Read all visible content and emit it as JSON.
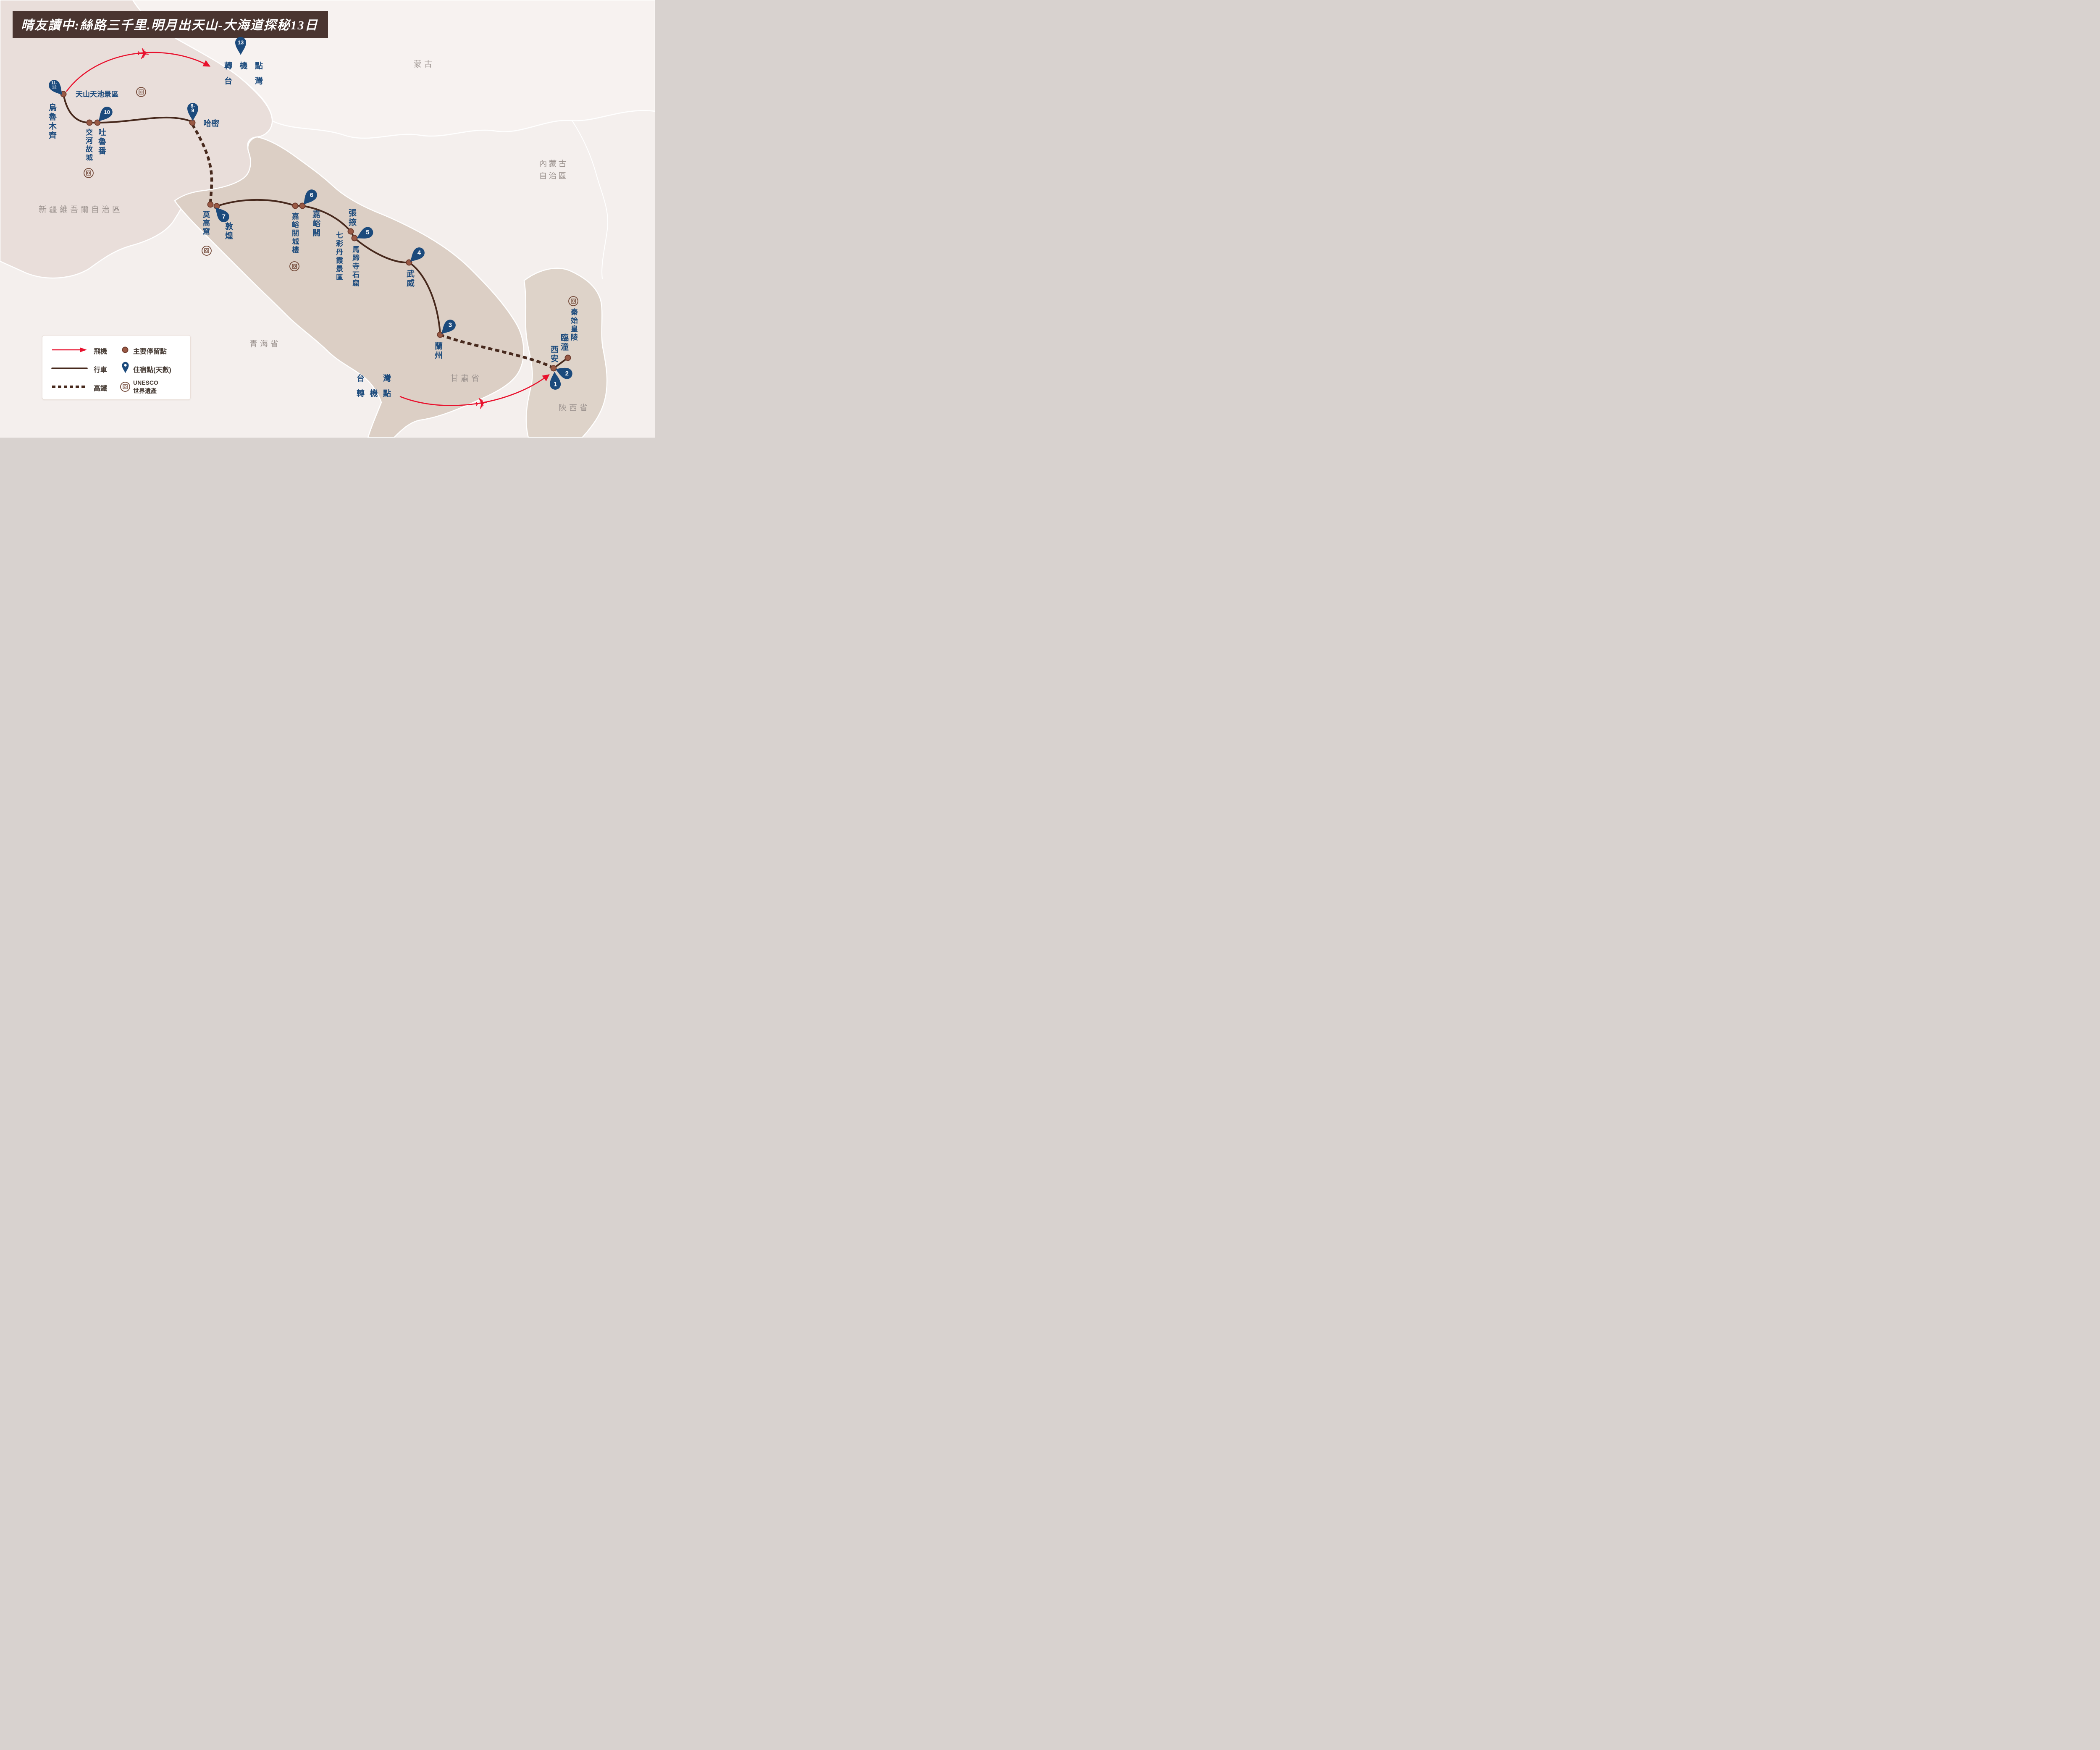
{
  "title": "晴友讀中:絲路三千里.明月出天山-大海道探秘13日",
  "regions": {
    "mongolia": "蒙古",
    "inner_mongolia_1": "內蒙古",
    "inner_mongolia_2": "自治區",
    "xinjiang": "新疆維吾爾自治區",
    "qinghai": "青海省",
    "gansu": "甘肅省",
    "shaanxi": "陝西省"
  },
  "places": {
    "urumqi": "烏魯木齊",
    "tianchi": "天山天池景區",
    "jiaohe": "交河故城",
    "turpan": "吐魯番",
    "hami": "哈密",
    "mogao": "莫高窟",
    "dunhuang": "敦煌",
    "jiayuguan_tower": "嘉峪關城樓",
    "jiayuguan": "嘉峪關",
    "zhangye": "張掖",
    "qicai_danxia": "七彩丹霞景區",
    "mati_temple": "馬蹄寺石窟",
    "wuwei": "武威",
    "lanzhou": "蘭州",
    "xian": "西安",
    "lintong": "臨潼",
    "qin_mausoleum": "秦始皇陵"
  },
  "transfer_top": {
    "row1": "轉機點",
    "row2": "台灣"
  },
  "transfer_bottom": {
    "row1": "台灣",
    "row2": "轉機點"
  },
  "pins": {
    "p1": "1",
    "p2": "2",
    "p3": "3",
    "p4": "4",
    "p5": "5",
    "p6": "6",
    "p7": "7",
    "p8_9": "8-9",
    "p10": "10",
    "p11_12": "11-\n12",
    "p13": "13"
  },
  "legend": {
    "fly": "飛機",
    "drive": "行車",
    "rail": "高鐵",
    "stop": "主要停留點",
    "stay": "住宿點(天數)",
    "unesco_line1": "UNESCO",
    "unesco_line2": "世界遺產"
  },
  "icons": {
    "plane": "✈"
  },
  "colors": {
    "pin_blue": "#1b4a7c",
    "stop_brown": "#9a5a45",
    "route_brown": "#47291d",
    "flight_red": "#e8112d",
    "banner_brown": "#4a3530"
  }
}
